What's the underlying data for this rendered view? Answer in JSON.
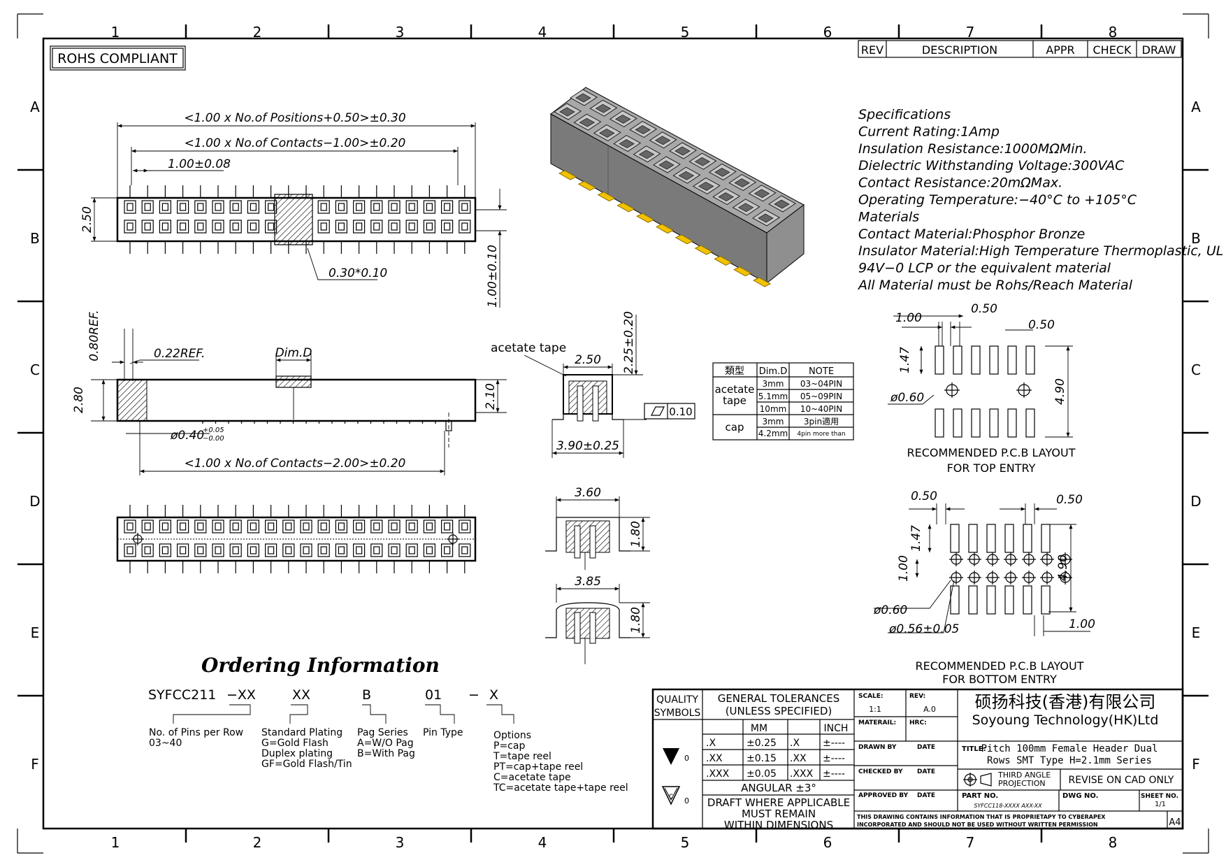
{
  "frame": {
    "columns": [
      "1",
      "2",
      "3",
      "4",
      "5",
      "6",
      "7",
      "8"
    ],
    "rows": [
      "A",
      "B",
      "C",
      "D",
      "E",
      "F"
    ]
  },
  "rohs": "ROHS COMPLIANT",
  "revision_block": {
    "rev": "REV",
    "description": "DESCRIPTION",
    "appr": "APPR",
    "check": "CHECK",
    "draw": "DRAW"
  },
  "specifications": [
    "Specifications",
    "Current Rating:1Amp",
    "Insulation Resistance:1000MΩMin.",
    "Dielectric Withstanding Voltage:300VAC",
    "Contact Resistance:20mΩMax.",
    "Operating Temperature:−40°C to +105°C",
    "Materials",
    "Contact Material:Phosphor Bronze",
    "Insulator Material:High Temperature Thermoplastic, UL",
    "94V−0 LCP or the equivalent material",
    "All Material must be Rohs/Reach Material"
  ],
  "dimensions": {
    "overall": "<1.00 x No.of Positions+0.50>±0.30",
    "contacts_minus1": "<1.00 x No.of Contacts−1.00>±0.20",
    "pitch": "1.00±0.08",
    "height_250": "2.50",
    "pin_section": "0.30*0.10",
    "tail": "1.00±0.10",
    "ref_080": "0.80REF.",
    "ref_022": "0.22REF.",
    "dim_d": "Dim.D",
    "height_280": "2.80",
    "height_210": "2.10",
    "peg_dia": "ø0.40",
    "peg_tol_plus": "+0.05",
    "peg_tol_minus": "−0.00",
    "contacts_minus2": "<1.00 x No.of Contacts−2.00>±0.20",
    "acetate_tape": "acetate tape",
    "side_width": "2.50",
    "side_height": "2.25±0.20",
    "flatness": "0.10",
    "foot_width": "3.90±0.25",
    "cap_width": "3.60",
    "cap_height": "1.80",
    "reel_width": "3.85",
    "reel_height": "1.80"
  },
  "dimd_table": {
    "headers": [
      "類型",
      "Dim.D",
      "NOTE"
    ],
    "groups": [
      {
        "type": "acetate tape",
        "rows": [
          [
            "3mm",
            "03~04PIN"
          ],
          [
            "5.1mm",
            "05~09PIN"
          ],
          [
            "10mm",
            "10~40PIN"
          ]
        ]
      },
      {
        "type": "cap",
        "rows": [
          [
            "3mm",
            "3pin適用"
          ],
          [
            "4.2mm",
            "4pin more than"
          ]
        ]
      }
    ]
  },
  "pcb_top": {
    "d100": "1.00",
    "d050a": "0.50",
    "d050b": "0.50",
    "d147": "1.47",
    "d490": "4.90",
    "d060": "ø0.60",
    "caption1": "RECOMMENDED P.C.B LAYOUT",
    "caption2": "FOR TOP ENTRY"
  },
  "pcb_bottom": {
    "d050a": "0.50",
    "d050b": "0.50",
    "d147": "1.47",
    "d100v": "1.00",
    "d490": "4.90",
    "d060": "ø0.60",
    "d056": "ø0.56±0.05",
    "d100h": "1.00",
    "caption1": "RECOMMENDED P.C.B LAYOUT",
    "caption2": "FOR BOTTOM ENTRY"
  },
  "ordering": {
    "title": "Ordering Information",
    "code": [
      "SYFCC211",
      "−XX",
      "XX",
      "B",
      "01",
      "−",
      "X"
    ],
    "pins_label": [
      "No. of Pins per Row",
      "03~40"
    ],
    "plating_label": [
      "Standard Plating",
      "G=Gold Flash",
      "Duplex plating",
      "GF=Gold Flash/Tin"
    ],
    "pag_label": [
      "Pag Series",
      "A=W/O Pag",
      "B=With Pag"
    ],
    "pintype_label": [
      "Pin Type"
    ],
    "options_label": [
      "Options",
      "P=cap",
      "T=tape reel",
      "PT=cap+tape reel",
      "C=acetate tape",
      "TC=acetate tape+tape reel"
    ]
  },
  "title_block": {
    "quality": [
      "QUALITY",
      "SYMBOLS"
    ],
    "sym0a": "0",
    "sym0b": "0",
    "sym_c": "C",
    "gen_tol": [
      "GENERAL TOLERANCES",
      "(UNLESS SPECIFIED)"
    ],
    "mm": "MM",
    "inch": "INCH",
    "tol_rows": [
      [
        ".X",
        "±0.25",
        ".X",
        "±----"
      ],
      [
        ".XX",
        "±0.15",
        ".XX",
        "±----"
      ],
      [
        ".XXX",
        "±0.05",
        ".XXX",
        "±----"
      ]
    ],
    "angular": "ANGULAR ±3°",
    "draft": [
      "DRAFT WHERE APPLICABLE",
      "MUST REMAIN",
      "WITHIN DIMENSIONS"
    ],
    "scale_label": "SCALE:",
    "scale": "1:1",
    "rev_label": "REV:",
    "rev": "A.0",
    "material": "MATERAIL:",
    "hrc": "HRC:",
    "drawn_by": "DRAWN BY",
    "checked_by": "CHECKED BY",
    "approved_by": "APPROVED BY",
    "date": "DATE",
    "company_cn": "硕扬科技(香港)有限公司",
    "company_en": "Soyoung Technology(HK)Ltd",
    "title_label": "TITLE:",
    "title1": "Pitch 100mm Female Header Dual",
    "title2": "Rows SMT Type H=2.1mm Series",
    "projection": [
      "THIRD ANGLE",
      "PROJECTION"
    ],
    "revise": "REVISE ON CAD ONLY",
    "part_no_label": "PART NO.",
    "part_no": "SYFCC118-XXXX AXX-XX",
    "dwg_no": "DWG NO.",
    "sheet_label": "SHEET NO.",
    "sheet": "1/1",
    "proprietary1": "THIS DRAWING CONTAINS INFORMATION THAT IS PROPRIETAPY TO CYBERAPEX",
    "proprietary2": "INCORPORATED AND SHOULD NOT BE USED WITHOUT WRITTEN PERMISSION",
    "size": "A4"
  }
}
